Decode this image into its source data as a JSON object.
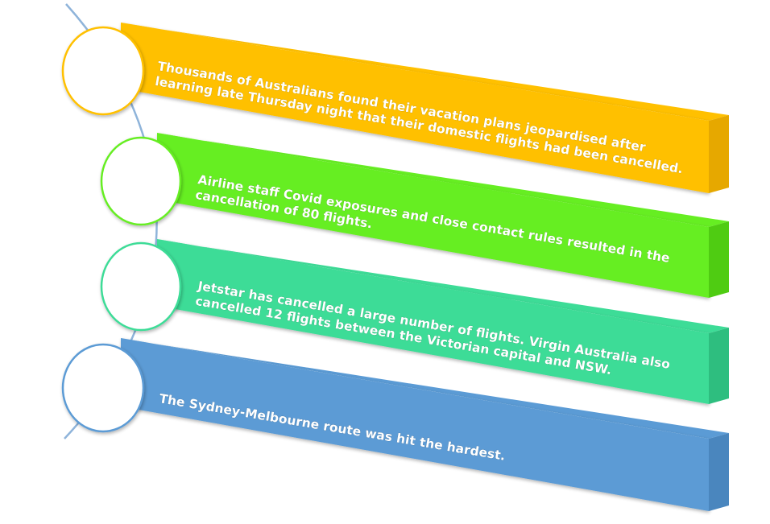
{
  "items": [
    {
      "lines": [
        "Thousands of Australians found their vacation plans jeopardised after",
        "learning late Thursday night that their domestic flights had been cancelled."
      ],
      "color": "#FFC000",
      "side_color": "#E6A800"
    },
    {
      "lines": [
        "Airline staff Covid exposures and close contact rules resulted in the",
        "cancellation of 80 flights."
      ],
      "color": "#66EE22",
      "side_color": "#4FCC12"
    },
    {
      "lines": [
        "Jetstar has cancelled a large number of flights. Virgin Australia also",
        "cancelled 12 flights between the Victorian capital and NSW."
      ],
      "color": "#3DDC97",
      "side_color": "#2EBE7F"
    },
    {
      "lines": [
        "The Sydney-Melbourne route was hit the hardest."
      ],
      "color": "#5B9BD5",
      "side_color": "#4A86BE"
    }
  ],
  "connector_color": "#8FB4DA"
}
